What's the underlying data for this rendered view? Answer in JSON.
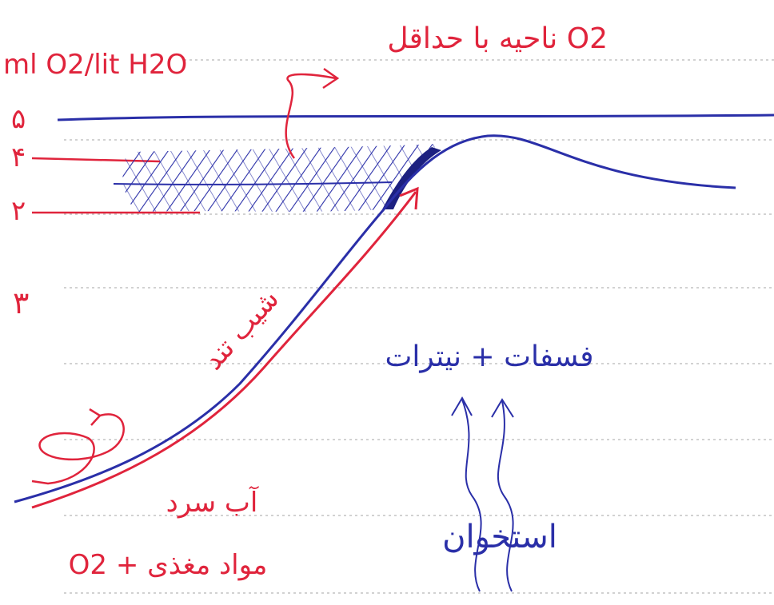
{
  "unit_label": "ml O2/lit H2O",
  "depth_marks": [
    "۵",
    "۴",
    "۲",
    "۳"
  ],
  "labels": {
    "o2_min_zone": "ناحیه با حداقل O2",
    "steep_slope": "شیب تند",
    "cold_water": "آب سرد",
    "nutrients": "O2 + مواد مغذی",
    "phosphates_nitrates": "فسفات + نیترات",
    "bones": "استخوان"
  },
  "colors": {
    "red_ink": "#e0243c",
    "blue_ink": "#2a2fa8",
    "rule_line": "#b8b8b8"
  }
}
